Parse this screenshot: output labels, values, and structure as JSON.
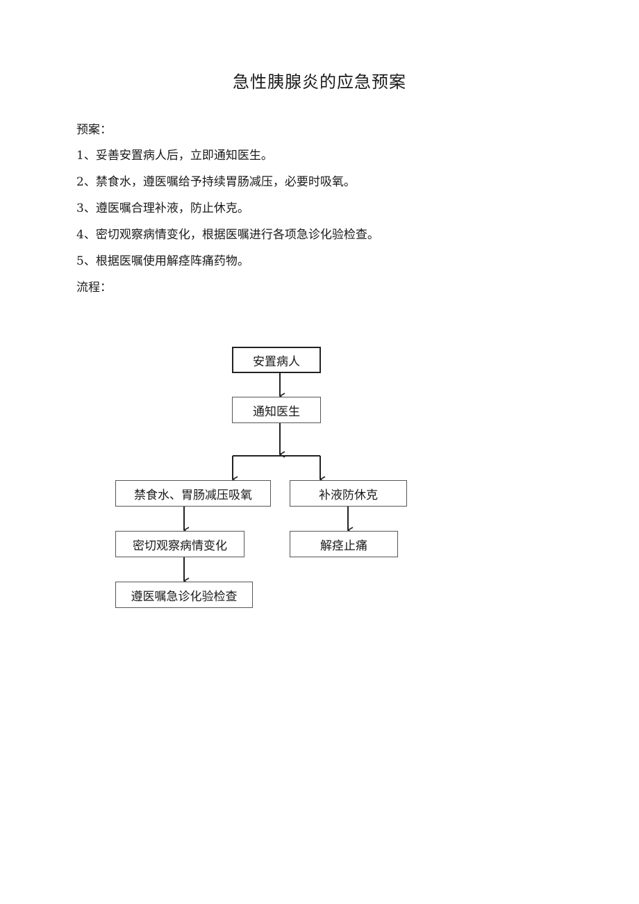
{
  "title": "急性胰腺炎的应急预案",
  "plan": {
    "heading": "预案：",
    "items": [
      "1、妥善安置病人后，立即通知医生。",
      "2、禁食水，遵医嘱给予持续胃肠减压，必要时吸氧。",
      "3、遵医嘱合理补液，防止休克。",
      "4、密切观察病情变化，根据医嘱进行各项急诊化验检查。",
      "5、根据医嘱使用解痉阵痛药物。"
    ]
  },
  "flow": {
    "heading": "流程：",
    "nodes": {
      "settle": "安置病人",
      "notify": "通知医生",
      "fasting": "禁食水、胃肠减压吸氧",
      "fluid": "补液防休克",
      "observe": "密切观察病情变化",
      "relieve": "解痉止痛",
      "tests": "遵医嘱急诊化验检查"
    }
  }
}
